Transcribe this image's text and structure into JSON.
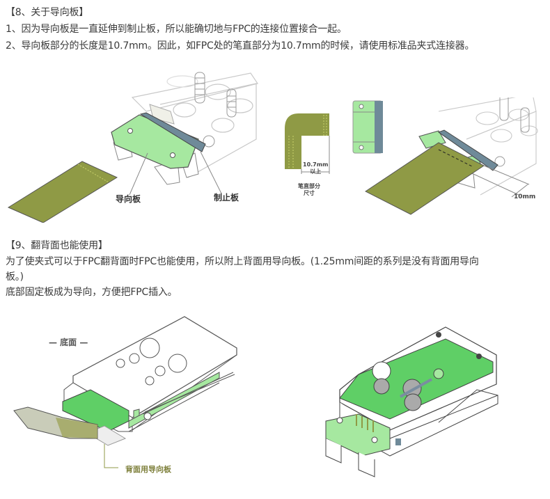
{
  "section8": {
    "heading": "【8、关于导向板】",
    "line1": "1、因为导向板是一直延伸到制止板，所以能确切地与FPC的连接位置接合一起。",
    "line2": "2、导向板部分的长度是10.7mm。因此，如FPC处的笔直部分为10.7mm的时候，请使用标准品夹式连接器。",
    "figure": {
      "label_guide": "导向板",
      "label_stop": "制止板",
      "dim_label_1": "10.7mm",
      "dim_label_2": "以上",
      "dim_caption_1": "笔直部分",
      "dim_caption_2": "尺寸",
      "dim_10mm": "10mm"
    }
  },
  "section9": {
    "heading": "【9、翻背面也能使用】",
    "line1": "为了使夹式可以于FPC翻背面时FPC也能使用，所以附上背面用导向板。(1.25mm间距的系列是没有背面用导向",
    "line2": "板。)",
    "line3": "底部固定板成为导向，方便把FPC插入。",
    "figure": {
      "label_bottom": "— 底面 —",
      "label_back_guide": "背面用导向板"
    }
  },
  "colors": {
    "green_light": "#a6e8a0",
    "green": "#5fcf66",
    "fpc_olive": "#8f9a45",
    "steel": "#6f8a99",
    "label_olive": "#7d7f3a"
  }
}
